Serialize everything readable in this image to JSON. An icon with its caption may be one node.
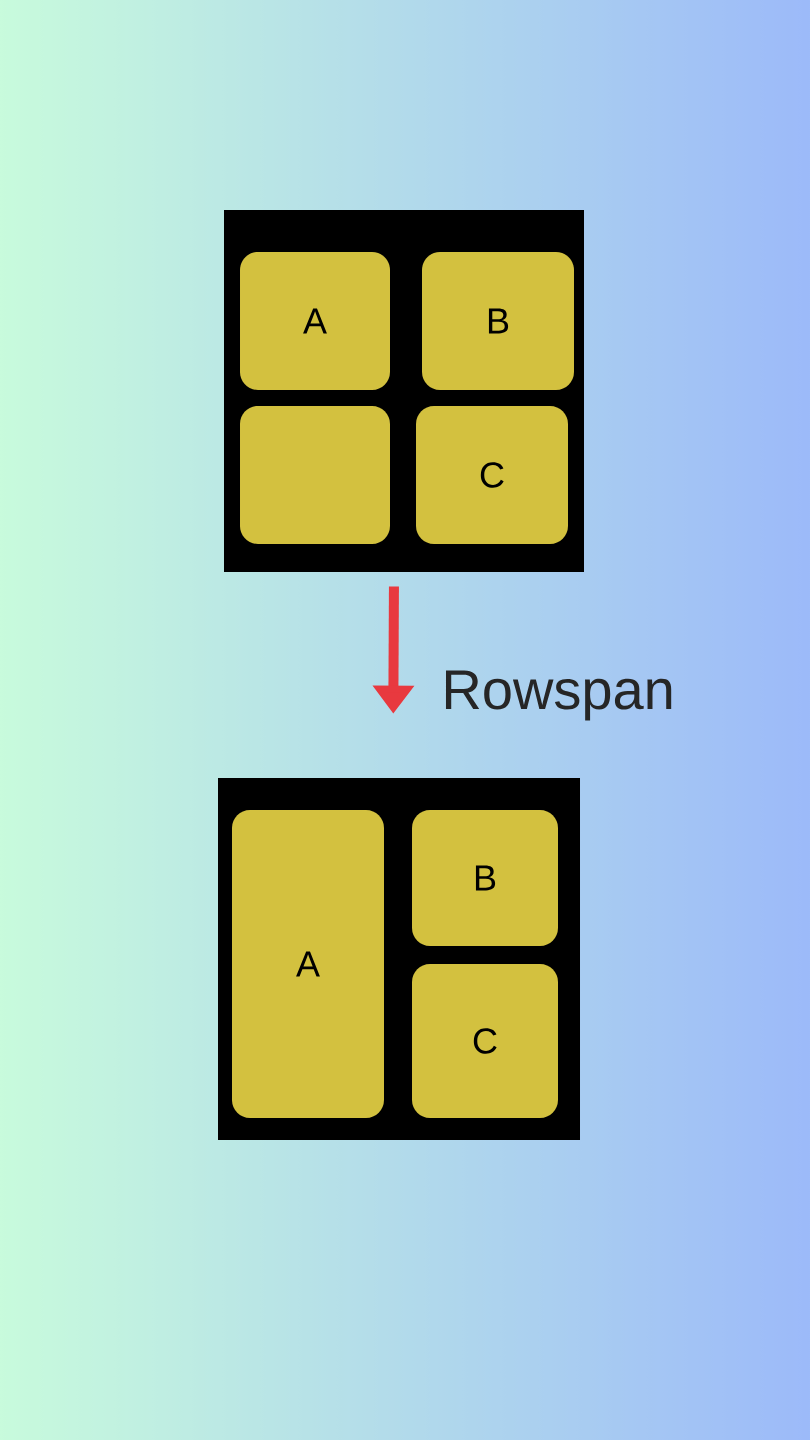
{
  "diagram": {
    "nodes": [
      {
        "text": [],
        "shape": "box"
      },
      {
        "text": [
          "A"
        ],
        "in": 0
      },
      {
        "text": [
          "B"
        ],
        "in": 0
      },
      {
        "text": [],
        "shape": "box",
        "in": 0
      },
      {
        "text": [
          "C"
        ],
        "in": 0
      },
      {
        "text": [],
        "shape": "box"
      },
      {
        "text": [
          "A"
        ],
        "in": 5
      },
      {
        "text": [
          "B"
        ],
        "in": 5
      },
      {
        "text": [
          "C"
        ],
        "in": 5
      }
    ],
    "edges": [
      {
        "from": 0,
        "to": 5,
        "arrow": "to",
        "label": "Rowspan",
        "color": "#e8393f"
      }
    ]
  }
}
